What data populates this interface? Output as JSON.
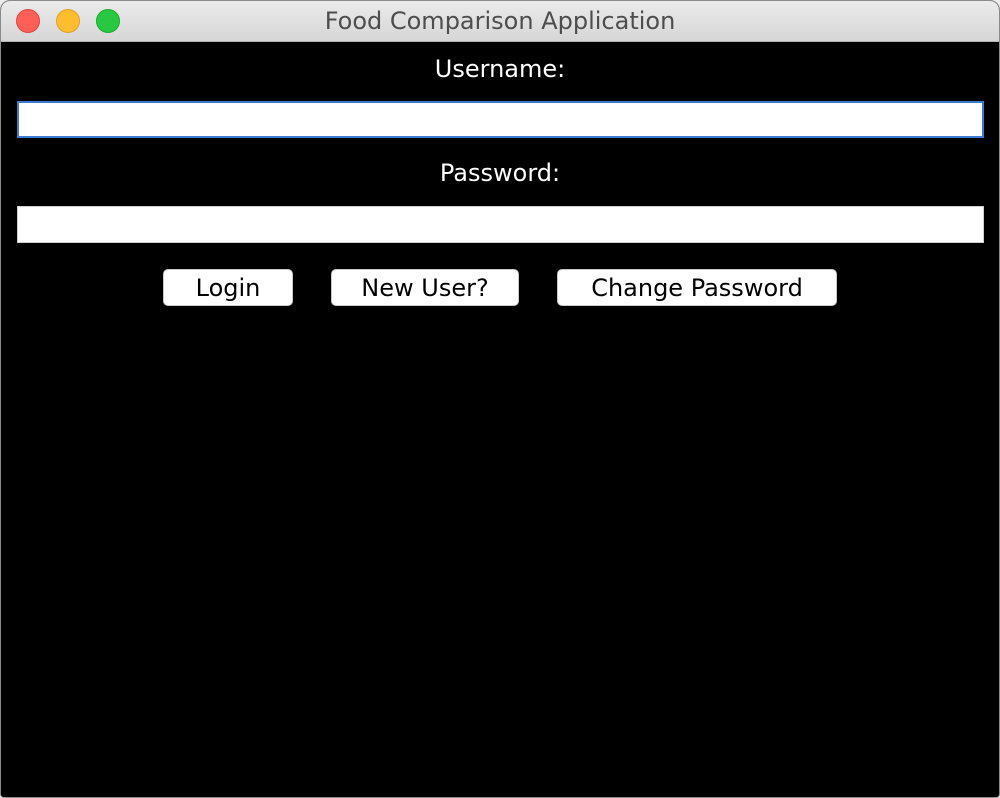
{
  "window": {
    "title": "Food Comparison Application"
  },
  "form": {
    "username_label": "Username:",
    "username_value": "",
    "password_label": "Password:",
    "password_value": ""
  },
  "buttons": {
    "login": "Login",
    "new_user": "New User?",
    "change_password": "Change Password"
  },
  "colors": {
    "background": "#000000",
    "label_text": "#ffffff",
    "focus_ring": "#3b7bd3",
    "close": "#fe5f57",
    "minimize": "#febc2e",
    "zoom": "#28c840"
  }
}
